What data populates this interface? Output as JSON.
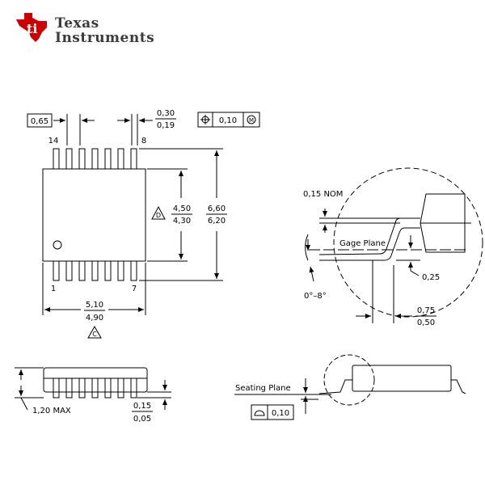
{
  "brand": {
    "line1": "Texas",
    "line2": "Instruments",
    "accent": "#cc0000"
  },
  "top_view": {
    "pitch": "0,65",
    "lead_width_max": "0,30",
    "lead_width_min": "0,19",
    "position_tolerance": "0,10",
    "material_condition": "M",
    "pin_14": "14",
    "pin_8": "8",
    "pin_1": "1",
    "pin_7": "7",
    "body_width_max": "4,50",
    "body_width_min": "4,30",
    "note_d": "D",
    "overall_width_max": "6,60",
    "overall_width_min": "6,20",
    "body_length_max": "5,10",
    "body_length_min": "4,90",
    "note_c": "C"
  },
  "detail": {
    "lead_offset": "0,15 NOM",
    "gage_plane": "Gage Plane",
    "gage_height": "0,25",
    "angle": "0°–8°",
    "foot_length_max": "0,75",
    "foot_length_min": "0,50"
  },
  "side_view": {
    "max_height": "1,20 MAX",
    "standoff_max": "0,15",
    "standoff_min": "0,05",
    "seating_plane": "Seating Plane",
    "coplanarity": "0,10"
  }
}
